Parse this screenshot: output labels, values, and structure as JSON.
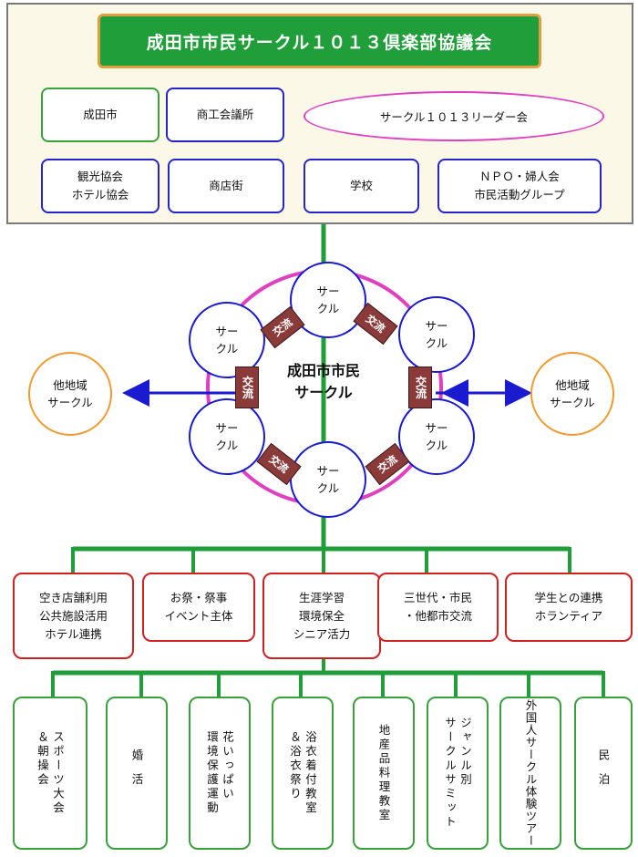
{
  "header": {
    "title": "成田市市民サークル１０１３倶楽部協議会",
    "orgs": [
      "成田市",
      "商工会議所",
      "サークル１０１３リーダー会",
      "観光協会\nホテル協会",
      "商店街",
      "学校",
      "ＮＰＯ・婦人会\n市民活動グループ"
    ]
  },
  "network": {
    "center": "成田市市民\nサークル",
    "circle_label": "サー\nクル",
    "exchange_label": "交流",
    "other_left": "他地域\nサークル",
    "other_right": "他地域\nサークル"
  },
  "categories": [
    "空き店舗利用\n公共施設活用\nホテル連携",
    "お祭・祭事\nイベント主体",
    "生涯学習\n環境保全\nシニア活力",
    "三世代・市民\n・他都市交流",
    "学生との連携\nホランティア"
  ],
  "activities": [
    "スポーツ大会\n＆朝操会",
    "婚活",
    "花いっぱい\n環境保護運動",
    "浴衣着付教室\n＆浴衣祭り",
    "地産品料理教室",
    "ジャンル別\nサークルサミット",
    "外国人サークル体験ツアー",
    "民泊"
  ],
  "colors": {
    "line_green": "#1f9e3a",
    "arrow_blue": "#1a1ad0",
    "ring_pink": "#e040c0"
  }
}
